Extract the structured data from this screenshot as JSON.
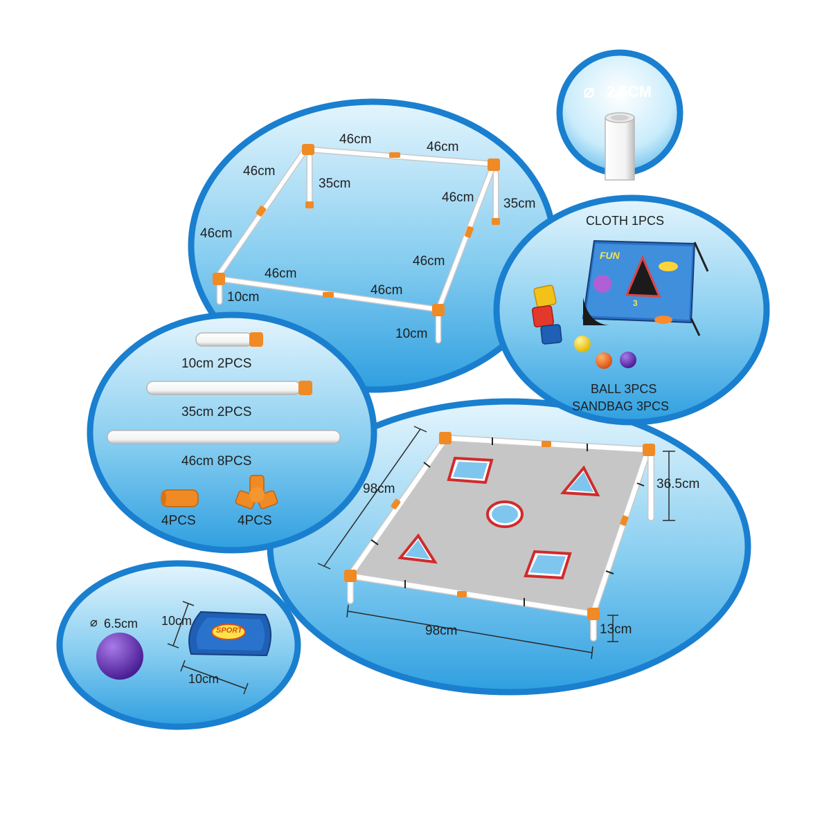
{
  "colors": {
    "bubble_border": "#1a7fcf",
    "bubble_fill_top": "#d9f0fb",
    "bubble_fill_bottom": "#37a6e3",
    "pipe": "#ffffff",
    "connector": "#f08a24",
    "net": "#c9c9c9",
    "target": "#d12b2b",
    "ball_purple": "#5b2aa8",
    "sandbag_blue": "#1f5fb5"
  },
  "pipe_diameter": {
    "symbol": "⌀",
    "label": "2.5CM"
  },
  "frame_diagram": {
    "labels": {
      "top_left": "46cm",
      "top_right": "46cm",
      "left_upper": "46cm",
      "left_lower": "46cm",
      "right_upper": "46cm",
      "right_lower": "46cm",
      "bottom_left": "46cm",
      "bottom_right": "46cm",
      "post_left": "35cm",
      "post_right": "35cm",
      "leg_left": "10cm",
      "leg_right": "10cm"
    }
  },
  "accessories": {
    "cloth_label": "CLOTH 1PCS",
    "ball_label": "BALL 3PCS",
    "sandbag_label": "SANDBAG 3PCS",
    "cloth_text": "FUN",
    "cloth_number": "3"
  },
  "parts_list": [
    {
      "label": "10cm  2PCS"
    },
    {
      "label": "35cm  2PCS"
    },
    {
      "label": "46cm  8PCS"
    }
  ],
  "connectors": {
    "straight_label": "4PCS",
    "three_way_label": "4PCS"
  },
  "assembled": {
    "side_label": "98cm",
    "bottom_label": "98cm",
    "height_label": "36.5cm",
    "leg_label": "13cm"
  },
  "ball_sandbag": {
    "ball_symbol": "⌀",
    "ball_diameter": "6.5cm",
    "sandbag_height": "10cm",
    "sandbag_width": "10cm",
    "sandbag_text": "SPORT"
  }
}
